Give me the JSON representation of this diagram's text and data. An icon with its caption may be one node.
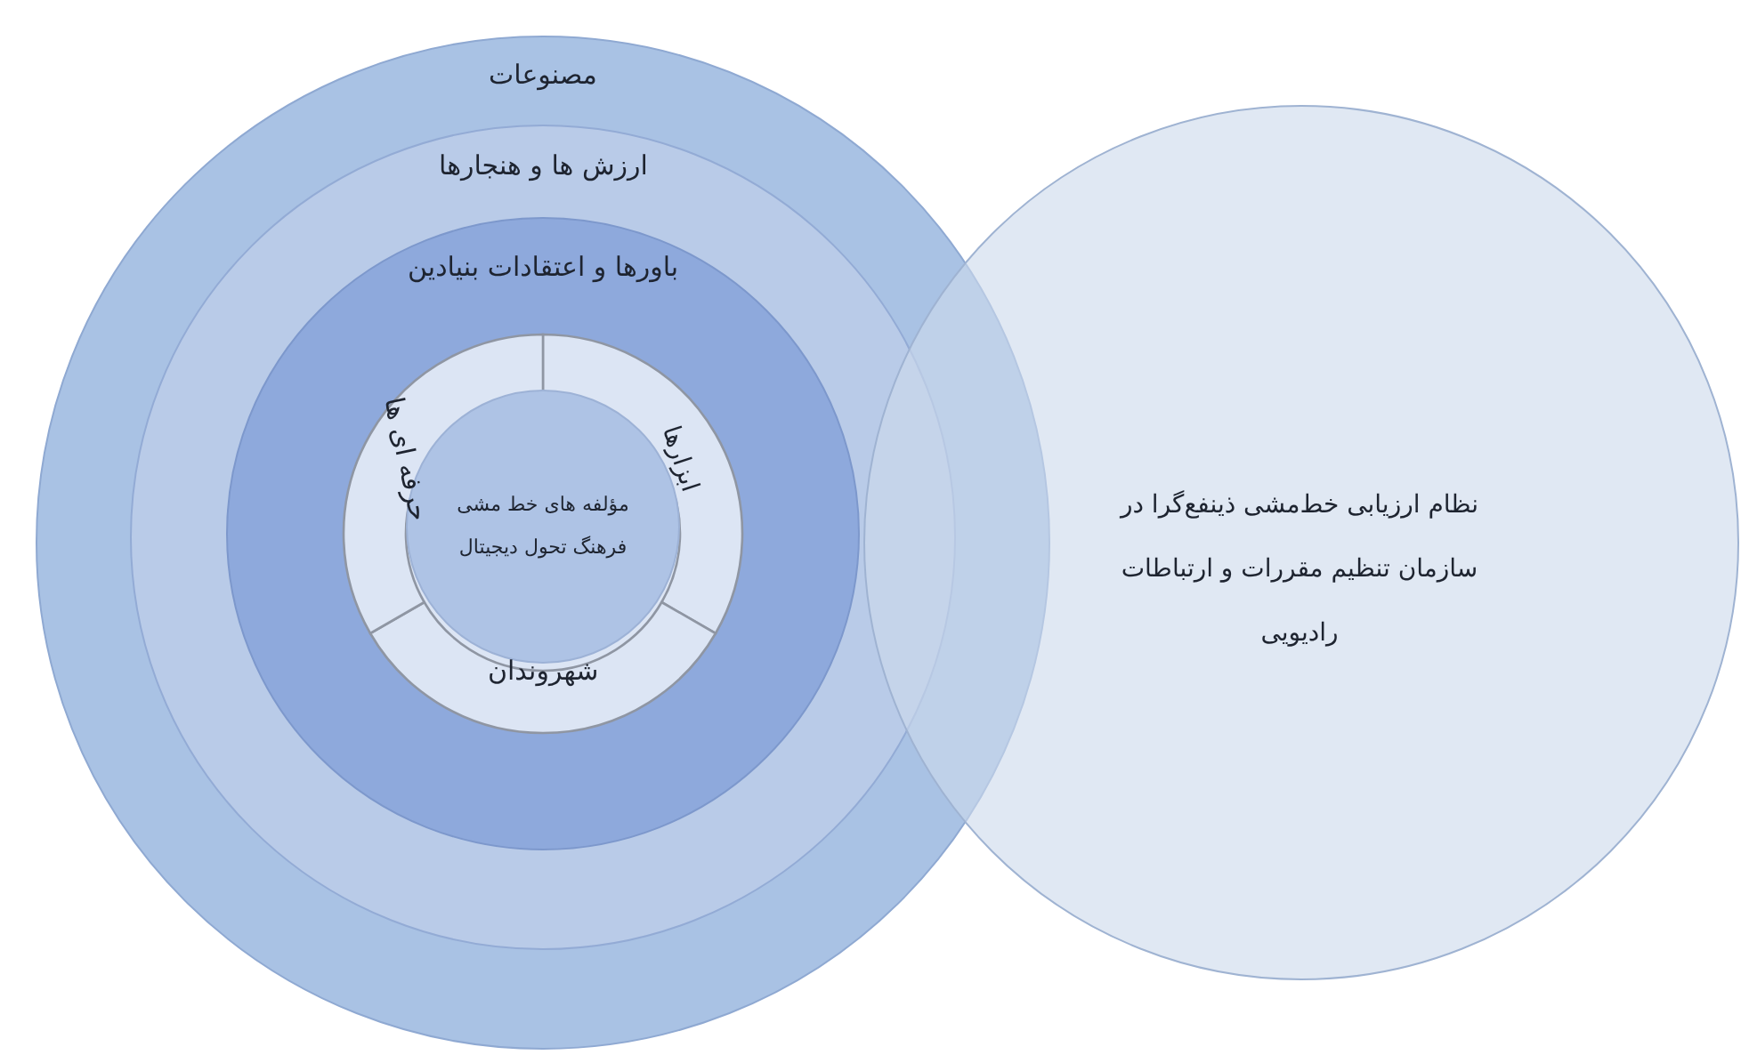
{
  "diagram": {
    "nodes": [
      {
        "text": [
          "مصنوعات"
        ]
      },
      {
        "text": [
          "ارزش ها و هنجارها"
        ],
        "in": 0
      },
      {
        "text": [
          "باورها و اعتقادات بنیادین"
        ],
        "in": 1
      },
      {
        "text": [],
        "shape": "circle",
        "in": 2
      },
      {
        "text": [
          "ابزارها"
        ],
        "in": 3
      },
      {
        "text": [
          "شهروندان"
        ],
        "in": 3
      },
      {
        "text": [
          "حرفه ای ها"
        ],
        "in": 3
      },
      {
        "text": [
          "مؤلفه های خط مشی فرهنگ تحول دیجیتال"
        ],
        "in": 3
      },
      {
        "text": [
          "نظام ارزیابی خط‌مشی ذینفع‌گرا در سازمان تنظیم مقررات و ارتباطات رادیویی"
        ]
      }
    ],
    "edges": []
  }
}
